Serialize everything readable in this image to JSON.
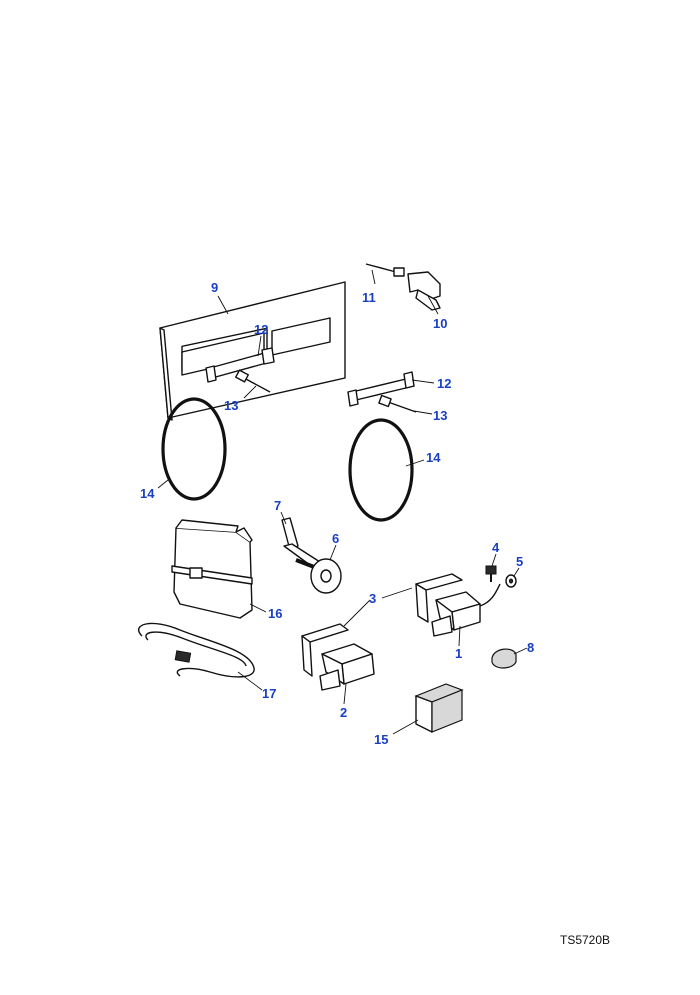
{
  "colors": {
    "callout": "#1a3fc4",
    "line": "#111111"
  },
  "reference_code": "TS5720B",
  "callouts": [
    {
      "id": "c1",
      "label": "1"
    },
    {
      "id": "c2",
      "label": "2"
    },
    {
      "id": "c3",
      "label": "3"
    },
    {
      "id": "c4",
      "label": "4"
    },
    {
      "id": "c5",
      "label": "5"
    },
    {
      "id": "c6",
      "label": "6"
    },
    {
      "id": "c7",
      "label": "7"
    },
    {
      "id": "c8",
      "label": "8"
    },
    {
      "id": "c9",
      "label": "9"
    },
    {
      "id": "c10",
      "label": "10"
    },
    {
      "id": "c11",
      "label": "11"
    },
    {
      "id": "c12a",
      "label": "12"
    },
    {
      "id": "c12b",
      "label": "12"
    },
    {
      "id": "c13a",
      "label": "13"
    },
    {
      "id": "c13b",
      "label": "13"
    },
    {
      "id": "c14a",
      "label": "14"
    },
    {
      "id": "c14b",
      "label": "14"
    },
    {
      "id": "c15",
      "label": "15"
    },
    {
      "id": "c16",
      "label": "16"
    },
    {
      "id": "c17",
      "label": "17"
    }
  ]
}
